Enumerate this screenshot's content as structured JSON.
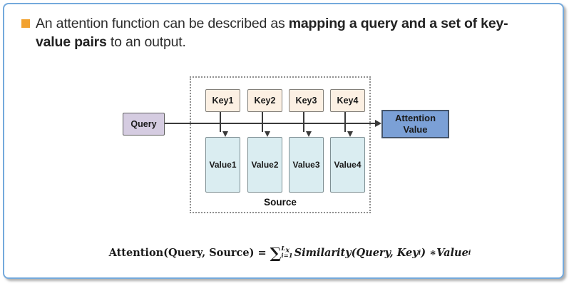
{
  "slide": {
    "title_prefix": "An attention function can be described as ",
    "title_bold": "mapping a query and a set of key-value pairs",
    "title_suffix": " to an output.",
    "colors": {
      "frame_border_blue": "#74a9dc",
      "bullet_orange": "#f2a230",
      "query_fill": "#d5cce1",
      "key_fill": "#fcf0e3",
      "value_fill": "#daedf1",
      "attention_fill": "#7ba0d6",
      "arrow_color": "#3a3a3a"
    }
  },
  "diagram": {
    "query_label": "Query",
    "keys": [
      "Key1",
      "Key2",
      "Key3",
      "Key4"
    ],
    "values": [
      "Value1",
      "Value2",
      "Value3",
      "Value4"
    ],
    "source_label": "Source",
    "attention_label": "Attention Value"
  },
  "formula": {
    "lhs": "Attention(Query, Source)",
    "equals": "=",
    "sum_symbol": "∑",
    "sum_upper": "L",
    "sum_upper_sub": "x",
    "sum_lower": "i=1",
    "rhs_part1": "Similarity(Query, Key",
    "rhs_sub1": "i",
    "rhs_part2": ") ∗ ",
    "rhs_part3": "Value",
    "rhs_sub2": "i"
  }
}
